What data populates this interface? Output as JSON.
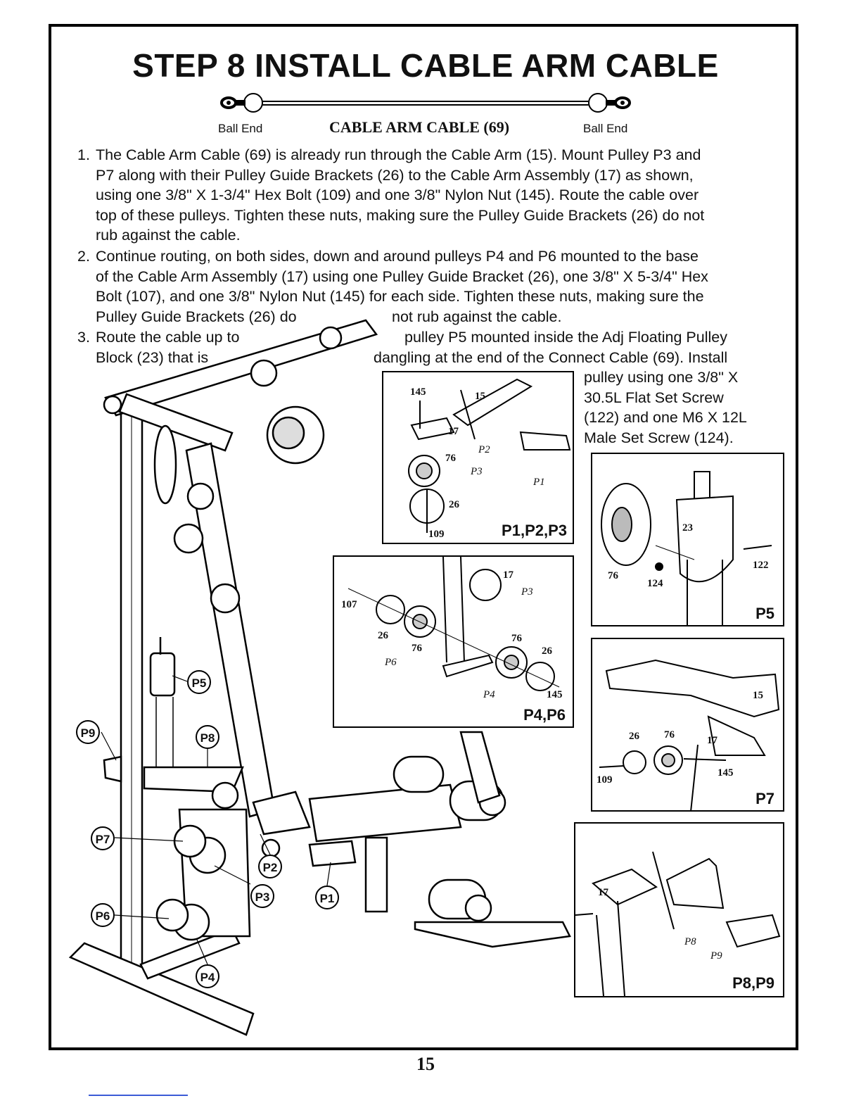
{
  "title": "STEP 8  INSTALL CABLE ARM CABLE",
  "cable": {
    "name": "CABLE ARM CABLE (69)",
    "left_end": "Ball End",
    "right_end": "Ball End"
  },
  "steps": [
    {
      "num": "1.",
      "lines": [
        "The Cable Arm Cable (69) is already run through the Cable Arm (15).  Mount Pulley P3 and",
        "P7 along with their Pulley Guide Brackets (26) to the Cable Arm Assembly (17) as shown,",
        "using one 3/8\" X 1-3/4\" Hex Bolt (109) and one 3/8\" Nylon Nut (145).  Route the cable over",
        "top of these pulleys.  Tighten these nuts, making sure the Pulley Guide Brackets (26) do not",
        "rub against the cable."
      ]
    },
    {
      "num": "2.",
      "lines": [
        "Continue routing, on both sides, down and around pulleys P4 and P6 mounted to the base",
        "of the Cable Arm Assembly (17) using one Pulley Guide Bracket (26), one 3/8\" X 5-3/4\" Hex",
        "Bolt (107), and one 3/8\" Nylon Nut (145) for each side.  Tighten these nuts, making sure the",
        "Pulley Guide Brackets (26) do",
        "not rub against the cable."
      ]
    },
    {
      "num": "3.",
      "lines": [
        "Route the cable up to",
        "pulley P5 mounted inside the Adj Floating Pulley",
        "Block (23) that is",
        "dangling at the end of the Connect Cable (69).  Install",
        "pulley using one 3/8\" X",
        "30.5L Flat Set Screw",
        "(122) and one M6 X 12L",
        "Male Set Screw (124)."
      ]
    }
  ],
  "panels": {
    "p123": {
      "label": "P1,P2,P3",
      "parts": [
        "145",
        "15",
        "17",
        "P2",
        "76",
        "P3",
        "P1",
        "26",
        "109"
      ]
    },
    "p46": {
      "label": "P4,P6",
      "parts": [
        "17",
        "P3",
        "107",
        "26",
        "76",
        "P6",
        "76",
        "26",
        "P4",
        "145"
      ]
    },
    "p5": {
      "label": "P5",
      "parts": [
        "23",
        "76",
        "124",
        "122"
      ]
    },
    "p7": {
      "label": "P7",
      "parts": [
        "15",
        "26",
        "76",
        "17",
        "109",
        "145"
      ]
    },
    "p89": {
      "label": "P8,P9",
      "parts": [
        "17",
        "P8",
        "P9"
      ]
    }
  },
  "callouts": [
    "P5",
    "P9",
    "P8",
    "P7",
    "P2",
    "P3",
    "P1",
    "P6",
    "P4"
  ],
  "page_number": "15"
}
